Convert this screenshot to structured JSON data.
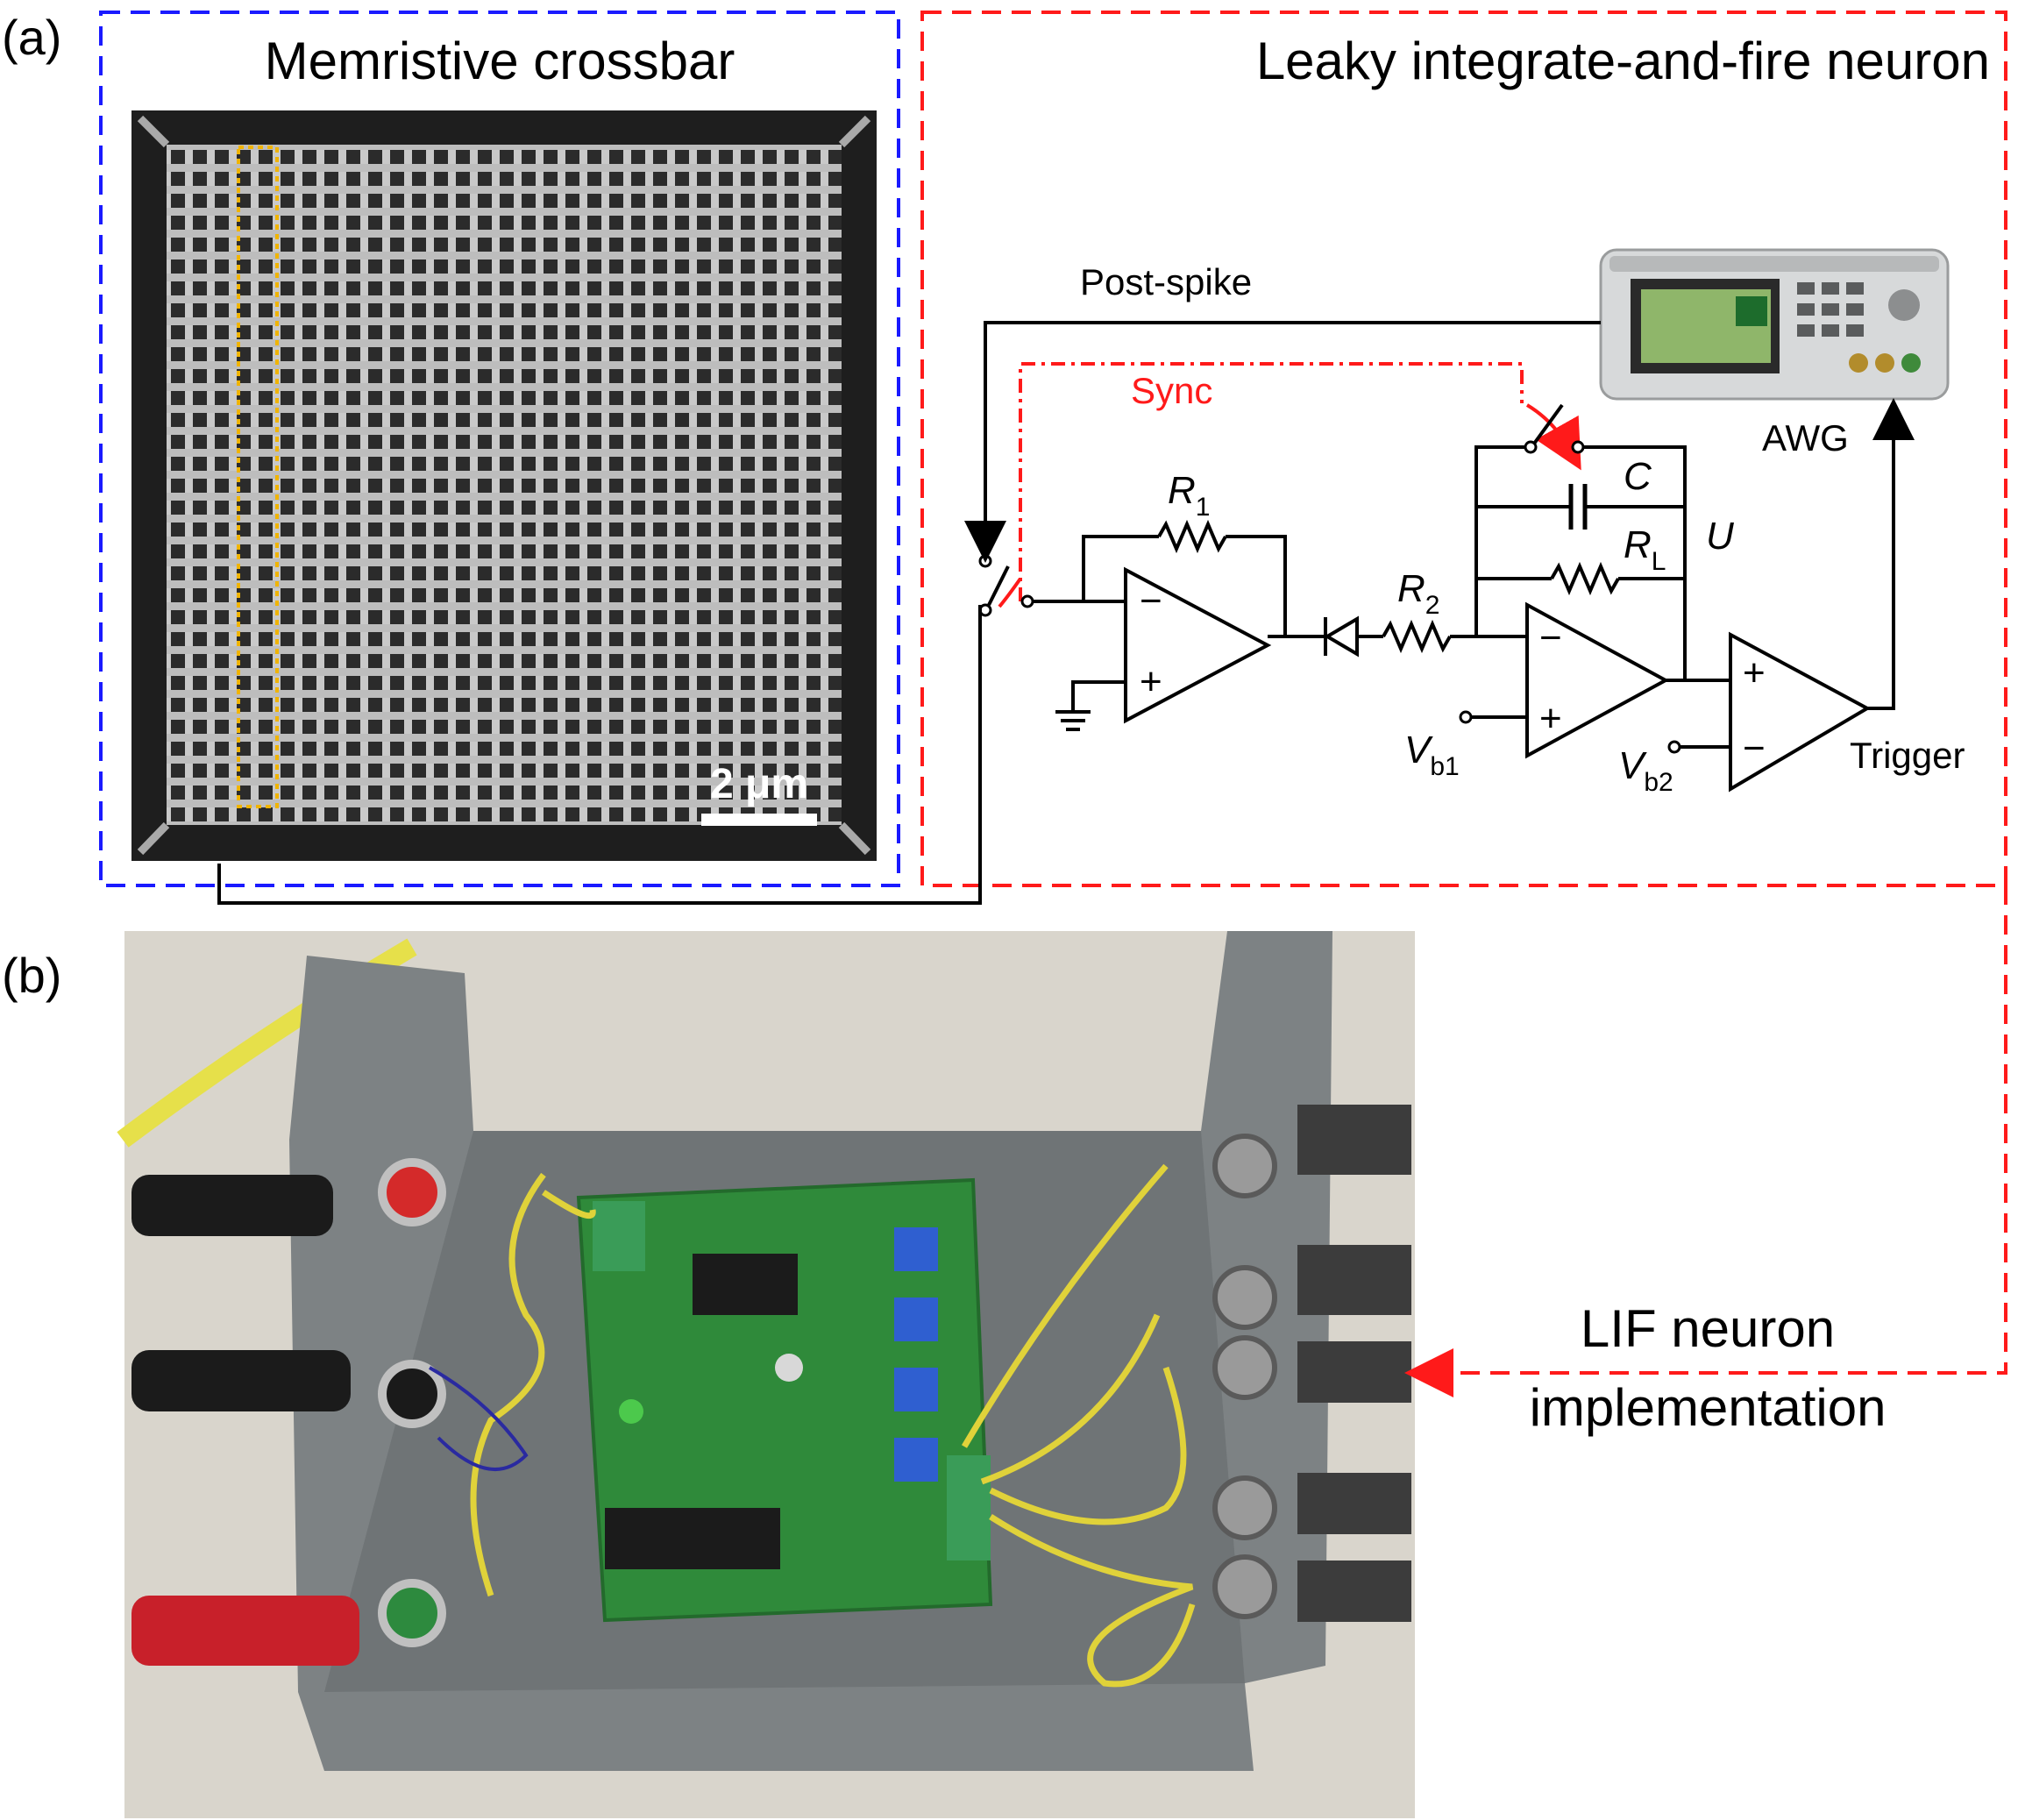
{
  "panel_a": {
    "label": "(a)",
    "crossbar": {
      "title": "Memristive crossbar",
      "scale_bar": "2 μm",
      "frame_color": "#1a1aff"
    },
    "neuron": {
      "title": "Leaky integrate-and-fire neuron",
      "frame_color": "#ff1a1a",
      "labels": {
        "post_spike": "Post-spike",
        "sync": "Sync",
        "awg": "AWG",
        "trigger": "Trigger",
        "r1": "R",
        "r1_sub": "1",
        "r2": "R",
        "r2_sub": "2",
        "c": "C",
        "rl": "R",
        "rl_sub": "L",
        "u": "U",
        "vb1": "V",
        "vb1_sub": "b1",
        "vb2": "V",
        "vb2_sub": "b2",
        "minus": "−",
        "plus": "+"
      }
    }
  },
  "panel_b": {
    "label": "(b)",
    "callout": {
      "line1": "LIF neuron",
      "line2": "implementation"
    },
    "colors": {
      "pcb": "#2f8a3a",
      "enclosure": "#7d8284",
      "wire": "#e0d23a"
    }
  }
}
